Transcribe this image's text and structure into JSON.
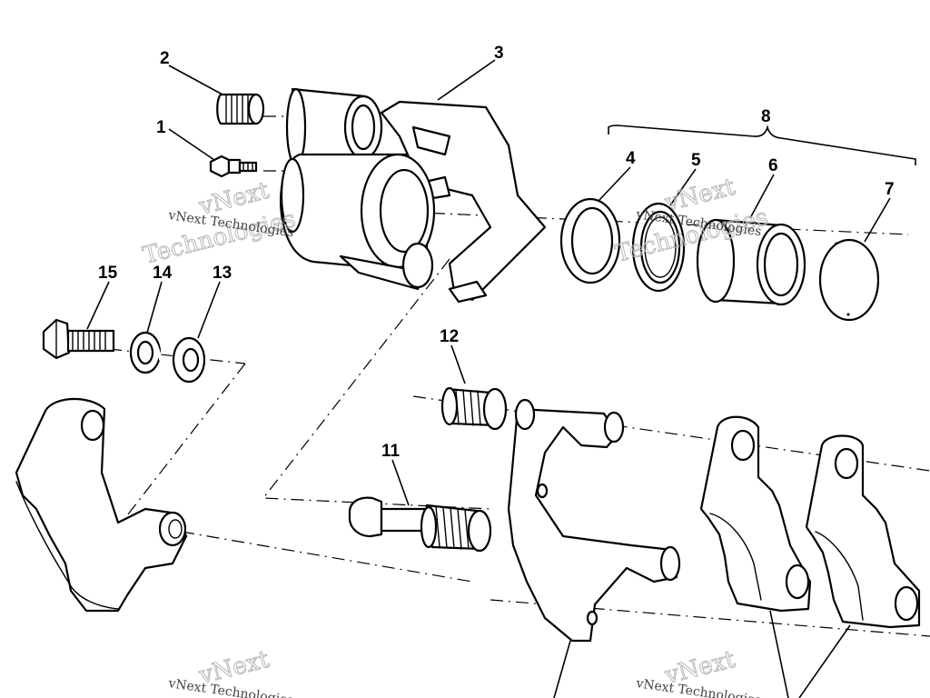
{
  "callouts": {
    "c1": "1",
    "c2": "2",
    "c3": "3",
    "c4": "4",
    "c5": "5",
    "c6": "6",
    "c7": "7",
    "c8": "8",
    "c11": "11",
    "c12": "12",
    "c13": "13",
    "c14": "14",
    "c15": "15"
  },
  "watermark": {
    "line1": "vNext",
    "line2": "Technologies",
    "small": "vNext Technologies"
  },
  "colors": {
    "ink": "#000000",
    "paper": "#ffffff",
    "watermark": "#b8b8b8"
  }
}
